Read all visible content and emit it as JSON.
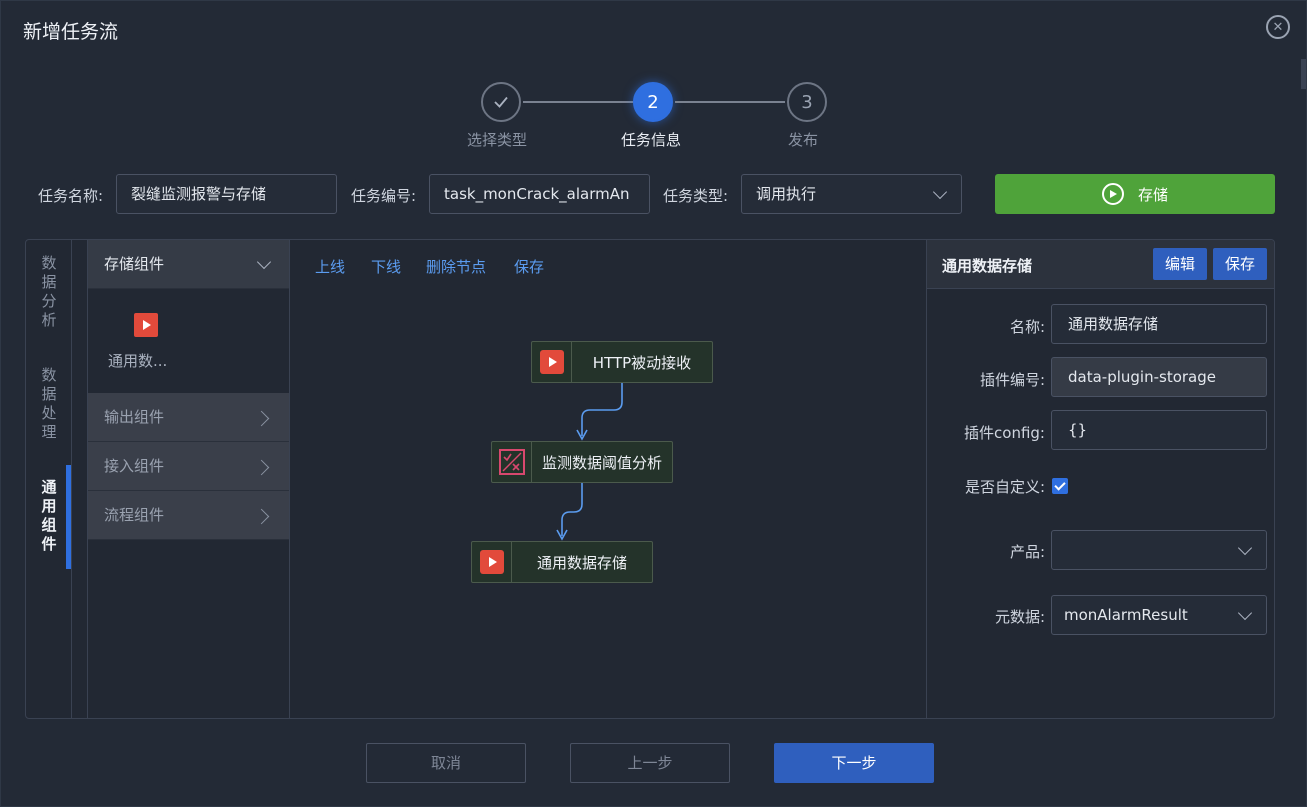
{
  "dialog": {
    "title": "新增任务流"
  },
  "steps": [
    {
      "number": "",
      "label": "选择类型"
    },
    {
      "number": "2",
      "label": "任务信息"
    },
    {
      "number": "3",
      "label": "发布"
    }
  ],
  "form": {
    "name_label": "任务名称:",
    "name_value": "裂缝监测报警与存储",
    "code_label": "任务编号:",
    "code_value": "task_monCrack_alarmAn",
    "type_label": "任务类型:",
    "type_value": "调用执行",
    "save_label": "存储"
  },
  "vtabs": [
    {
      "label": "数据分析"
    },
    {
      "label": "数据处理"
    },
    {
      "label": "通用组件"
    }
  ],
  "accordion": {
    "open_section": "存储组件",
    "open_items": [
      {
        "label": "通用数...",
        "icon": "play-icon"
      }
    ],
    "sections": [
      "输出组件",
      "接入组件",
      "流程组件"
    ]
  },
  "toolbar": {
    "online": "上线",
    "offline": "下线",
    "delete_node": "删除节点",
    "save": "保存"
  },
  "flow": {
    "nodes": [
      {
        "label": "HTTP被动接收",
        "icon": "play-icon"
      },
      {
        "label": "监测数据阈值分析",
        "icon": "threshold-analysis-icon"
      },
      {
        "label": "通用数据存储",
        "icon": "play-icon"
      }
    ],
    "edge_color": "#5b9cf0"
  },
  "props": {
    "title": "通用数据存储",
    "edit_label": "编辑",
    "save_label": "保存",
    "fields": {
      "name_label": "名称:",
      "name_value": "通用数据存储",
      "plugin_code_label": "插件编号:",
      "plugin_code_value": "data-plugin-storage",
      "plugin_config_label": "插件config:",
      "plugin_config_value": "{}",
      "custom_label": "是否自定义:",
      "custom_checked": true,
      "product_label": "产品:",
      "product_value": "",
      "metadata_label": "元数据:",
      "metadata_value": "monAlarmResult"
    }
  },
  "footer": {
    "cancel": "取消",
    "prev": "上一步",
    "next": "下一步"
  },
  "colors": {
    "primary": "#2f5fbe",
    "success": "#4fa33a",
    "plugin_red": "#e24a3b",
    "analysis_pink": "#d8486e"
  }
}
